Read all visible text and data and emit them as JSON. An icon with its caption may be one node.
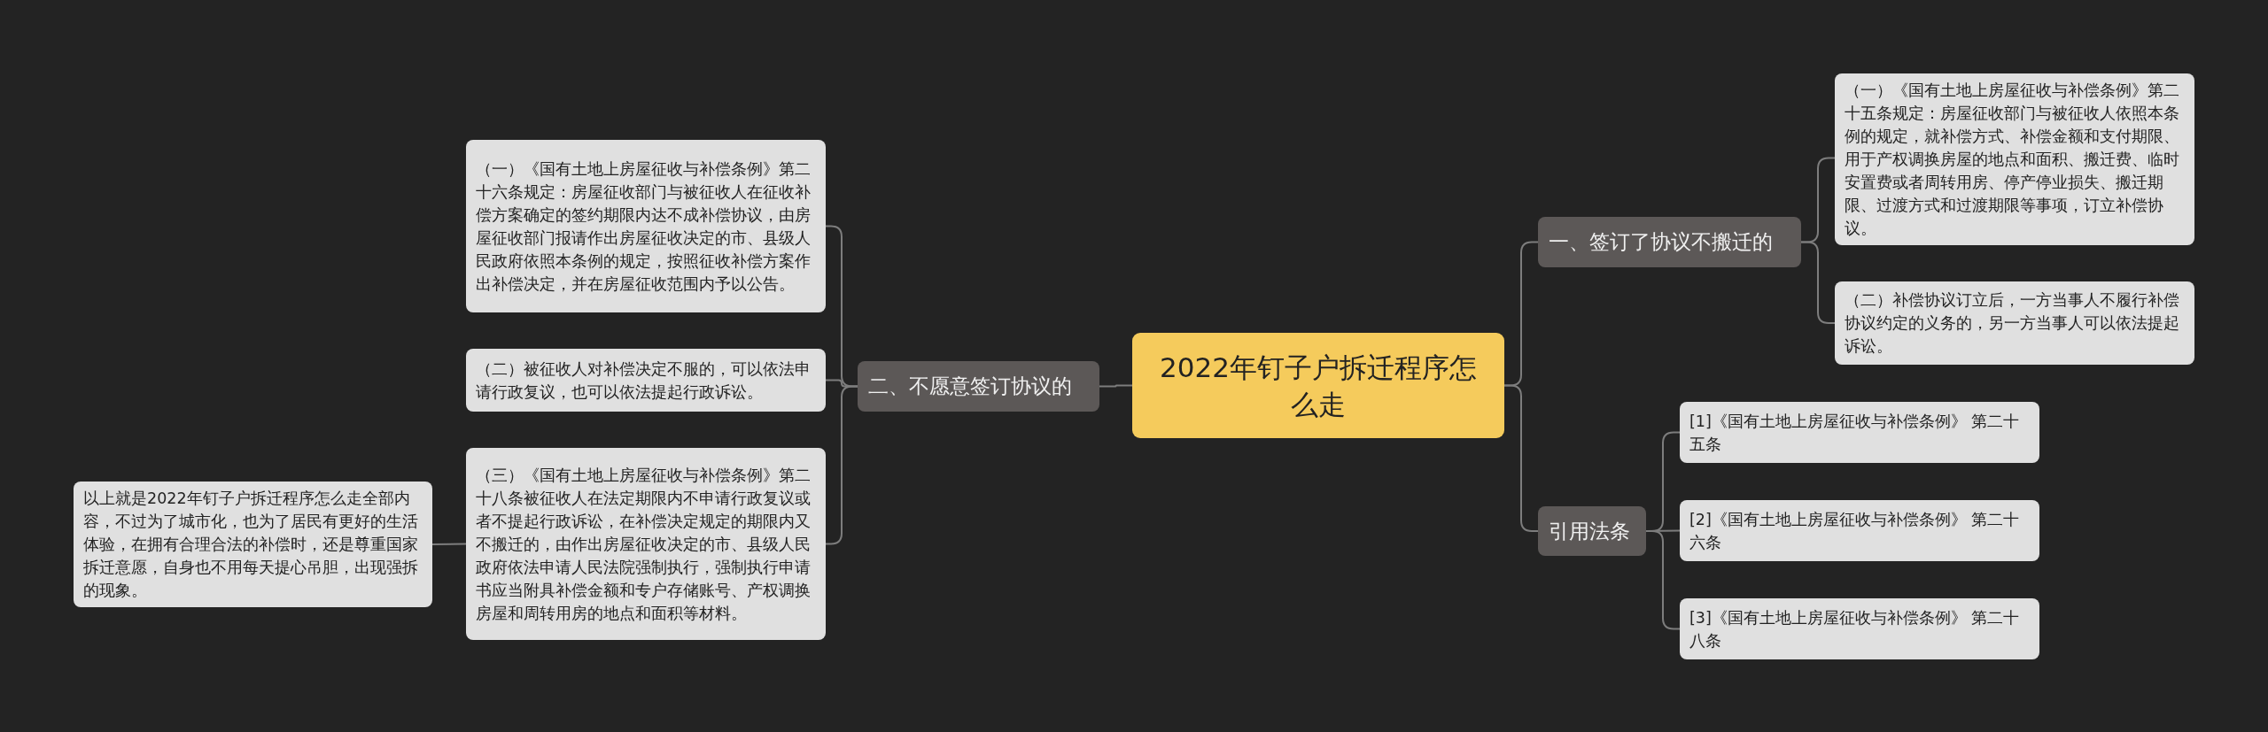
{
  "diagram": {
    "nodes": [
      {
        "text": [
          "2022年钉子户拆迁程序怎么走"
        ]
      },
      {
        "text": [
          "一、签订了协议不搬迁的"
        ]
      },
      {
        "text": [
          "（一）《国有土地上房屋征收与补偿条例》第二十五条规定：房屋征收部门与被征收人依照本条例的规定，就补偿方式、补偿金额和支付期限、用于产权调换房屋的地点和面积、搬迁费、临时安置费或者周转用房、停产停业损失、搬迁期限、过渡方式和过渡期限等事项，订立补偿协议。"
        ]
      },
      {
        "text": [
          "（二）补偿协议订立后，一方当事人不履行补偿协议约定的义务的，另一方当事人可以依法提起诉讼。"
        ]
      },
      {
        "text": [
          "引用法条"
        ]
      },
      {
        "text": [
          "[1]《国有土地上房屋征收与补偿条例》 第二十五条"
        ]
      },
      {
        "text": [
          "[2]《国有土地上房屋征收与补偿条例》 第二十六条"
        ]
      },
      {
        "text": [
          "[3]《国有土地上房屋征收与补偿条例》 第二十八条"
        ]
      },
      {
        "text": [
          "二、不愿意签订协议的"
        ]
      },
      {
        "text": [
          "（一）《国有土地上房屋征收与补偿条例》第二十六条规定：房屋征收部门与被征收人在征收补偿方案确定的签约期限内达不成补偿协议，由房屋征收部门报请作出房屋征收决定的市、县级人民政府依照本条例的规定，按照征收补偿方案作出补偿决定，并在房屋征收范围内予以公告。"
        ]
      },
      {
        "text": [
          "（二）被征收人对补偿决定不服的，可以依法申请行政复议，也可以依法提起行政诉讼。"
        ]
      },
      {
        "text": [
          "（三）《国有土地上房屋征收与补偿条例》第二十八条被征收人在法定期限内不申请行政复议或者不提起行政诉讼，在补偿决定规定的期限内又不搬迁的，由作出房屋征收决定的市、县级人民政府依法申请人民法院强制执行，强制执行申请书应当附具补偿金额和专户存储账号、产权调换房屋和周转用房的地点和面积等材料。"
        ]
      },
      {
        "text": [
          "以上就是2022年钉子户拆迁程序怎么走全部内容，不过为了城市化，也为了居民有更好的生活体验，在拥有合理合法的补偿时，还是尊重国家拆迁意愿，自身也不用每天提心吊胆，出现强拆的现象。"
        ]
      }
    ],
    "edges": [
      {
        "from": 0,
        "to": 1,
        "arrow": "none"
      },
      {
        "from": 1,
        "to": 2,
        "arrow": "none"
      },
      {
        "from": 1,
        "to": 3,
        "arrow": "none"
      },
      {
        "from": 0,
        "to": 4,
        "arrow": "none"
      },
      {
        "from": 4,
        "to": 5,
        "arrow": "none"
      },
      {
        "from": 4,
        "to": 6,
        "arrow": "none"
      },
      {
        "from": 4,
        "to": 7,
        "arrow": "none"
      },
      {
        "from": 0,
        "to": 8,
        "arrow": "none"
      },
      {
        "from": 8,
        "to": 9,
        "arrow": "none"
      },
      {
        "from": 8,
        "to": 10,
        "arrow": "none"
      },
      {
        "from": 8,
        "to": 11,
        "arrow": "none"
      },
      {
        "from": 11,
        "to": 12,
        "arrow": "none"
      }
    ]
  }
}
